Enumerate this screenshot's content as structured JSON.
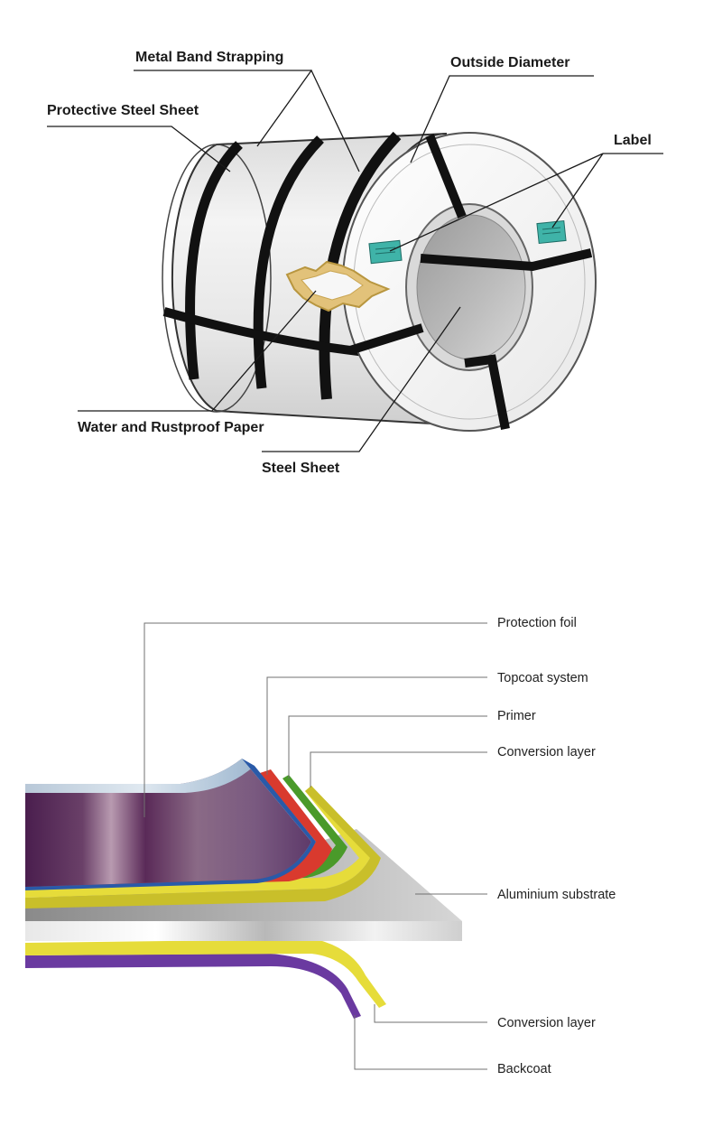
{
  "coil_diagram": {
    "labels": {
      "metal_band_strapping": "Metal Band Strapping",
      "outside_diameter": "Outside Diameter",
      "protective_steel_sheet": "Protective Steel Sheet",
      "label": "Label",
      "water_rustproof_paper": "Water and Rustproof Paper",
      "steel_sheet": "Steel Sheet"
    }
  },
  "layer_diagram": {
    "labels": {
      "protection_foil": "Protection foil",
      "topcoat_system": "Topcoat system",
      "primer": "Primer",
      "conversion_layer_top": "Conversion layer",
      "aluminium_substrate": "Aluminium substrate",
      "conversion_layer_bottom": "Conversion layer",
      "backcoat": "Backcoat"
    },
    "colors": {
      "protection_foil": "#5a2a5a",
      "topcoat": "#d93a2e",
      "primer": "#4a9a2a",
      "conversion": "#e6dc3a",
      "substrate": "#c8c8c8",
      "backcoat": "#6a3aa0"
    }
  }
}
